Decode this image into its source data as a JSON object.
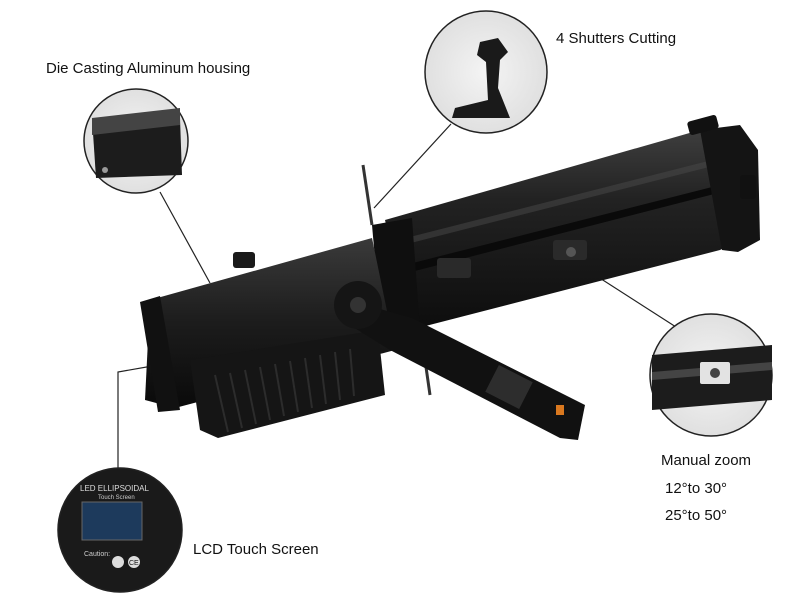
{
  "callouts": {
    "housing": "Die Casting Aluminum housing",
    "shutters": "4 Shutters Cutting",
    "lcd": "LCD Touch Screen",
    "zoom": "Manual zoom",
    "zoom_range_1": "12°to 30°",
    "zoom_range_2": "25°to 50°"
  },
  "lcd_panel": {
    "brand": "LED ELLIPSOIDAL",
    "screen_label": "Touch Screen",
    "caution": "Caution:",
    "ce_mark": "CE"
  },
  "colors": {
    "body": "#1b1b1b",
    "body_highlight": "#3a3a3a",
    "accent_orange": "#d9781f",
    "leader_line": "#222222",
    "lcd_screen": "#1d3a5c"
  }
}
